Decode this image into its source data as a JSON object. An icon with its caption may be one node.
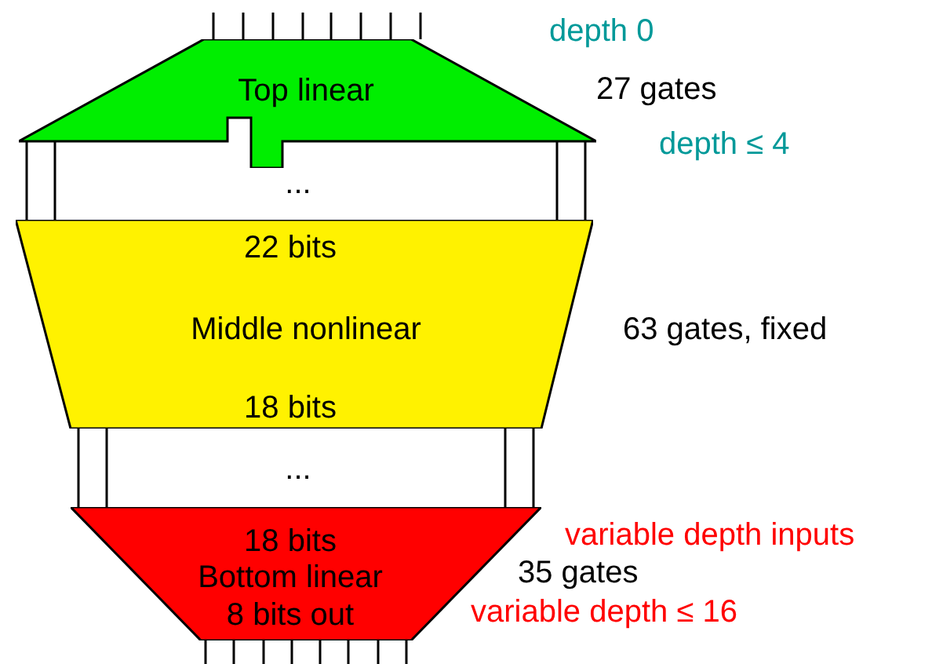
{
  "diagram": {
    "nodes": [
      {
        "text": [
          "Top linear"
        ],
        "beside": [
          "depth 0",
          "27 gates",
          "depth ≤ 4"
        ]
      },
      {
        "text": [
          "22 bits",
          "Middle nonlinear",
          "18 bits"
        ],
        "beside": [
          "63 gates, fixed"
        ]
      },
      {
        "text": [
          "18 bits",
          "Bottom linear",
          "8 bits out"
        ],
        "beside": [
          "variable depth inputs",
          "35 gates",
          "variable depth ≤ 16"
        ]
      }
    ],
    "edges": [
      {
        "from": null,
        "to": 0,
        "arrow": "none"
      },
      {
        "from": null,
        "to": 0,
        "arrow": "none"
      },
      {
        "from": null,
        "to": 0,
        "arrow": "none"
      },
      {
        "from": null,
        "to": 0,
        "arrow": "none"
      },
      {
        "from": null,
        "to": 0,
        "arrow": "none"
      },
      {
        "from": null,
        "to": 0,
        "arrow": "none"
      },
      {
        "from": null,
        "to": 0,
        "arrow": "none"
      },
      {
        "from": null,
        "to": 0,
        "arrow": "none"
      },
      {
        "from": 0,
        "to": 1,
        "arrow": "none"
      },
      {
        "from": 0,
        "to": 1,
        "arrow": "none"
      },
      {
        "from": 0,
        "to": 1,
        "arrow": "none"
      },
      {
        "from": 0,
        "to": 1,
        "arrow": "none"
      },
      {
        "from": 1,
        "to": 2,
        "arrow": "none"
      },
      {
        "from": 1,
        "to": 2,
        "arrow": "none"
      },
      {
        "from": 1,
        "to": 2,
        "arrow": "none"
      },
      {
        "from": 1,
        "to": 2,
        "arrow": "none"
      },
      {
        "from": 2,
        "to": null,
        "arrow": "none"
      },
      {
        "from": 2,
        "to": null,
        "arrow": "none"
      },
      {
        "from": 2,
        "to": null,
        "arrow": "none"
      },
      {
        "from": 2,
        "to": null,
        "arrow": "none"
      },
      {
        "from": 2,
        "to": null,
        "arrow": "none"
      },
      {
        "from": 2,
        "to": null,
        "arrow": "none"
      },
      {
        "from": 2,
        "to": null,
        "arrow": "none"
      },
      {
        "from": 2,
        "to": null,
        "arrow": "none"
      }
    ],
    "labels": [
      "...",
      "..."
    ]
  }
}
